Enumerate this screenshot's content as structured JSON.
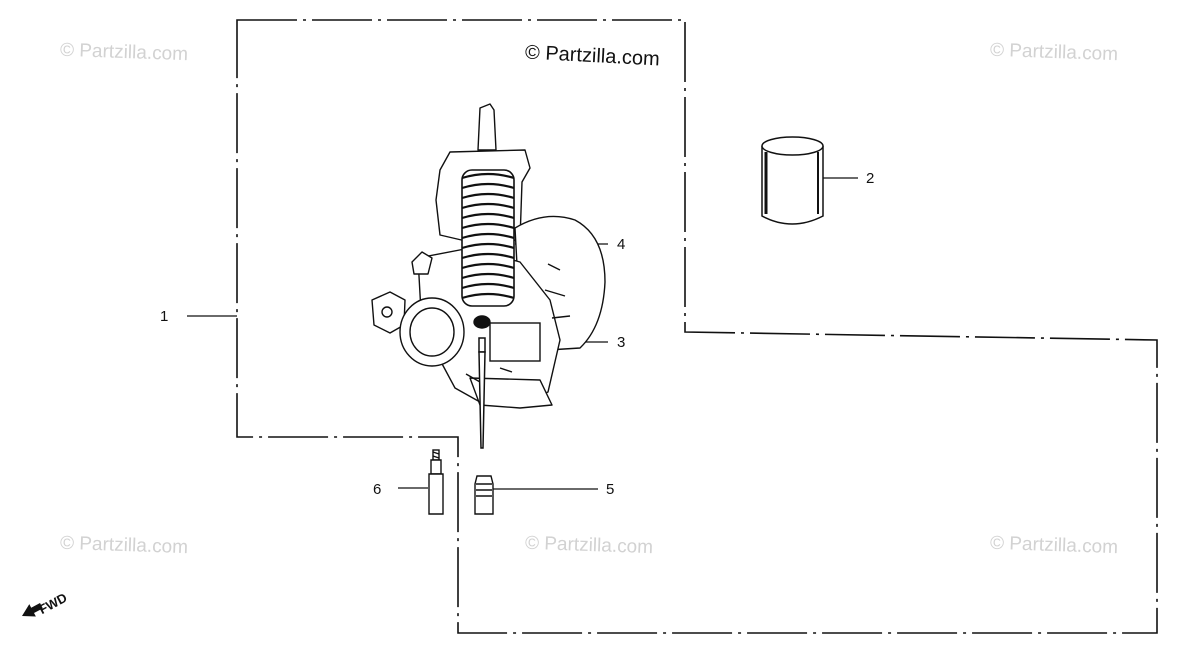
{
  "watermarks": {
    "main": "© Partzilla.com",
    "faint": "© Partzilla.com"
  },
  "callouts": [
    "1",
    "2",
    "3",
    "4",
    "5",
    "6"
  ],
  "direction_label": "FWD",
  "colors": {
    "ink": "#111111",
    "watermark": "#d2d2d2",
    "background": "#ffffff"
  },
  "icons": [
    "forward-arrow-icon"
  ]
}
